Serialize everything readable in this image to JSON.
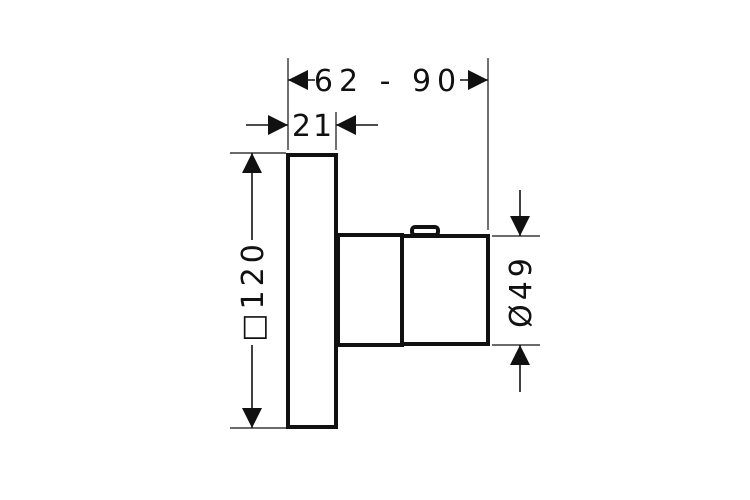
{
  "dimensions": {
    "depth_range": "62 - 90",
    "plate_depth": "21",
    "plate_size": "□120",
    "knob_diameter": "Ø49"
  }
}
